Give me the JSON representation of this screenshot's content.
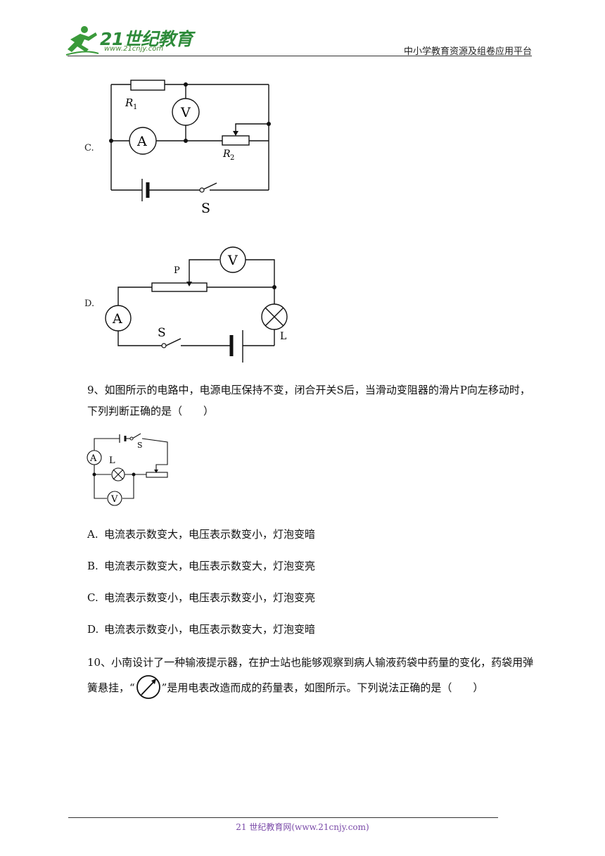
{
  "header": {
    "logo_text": "21世纪教育",
    "logo_url": "www.21cnjy.com",
    "right_text": "中小学教育资源及组卷应用平台"
  },
  "q8": {
    "option_c_label": "C.",
    "option_d_label": "D.",
    "fig_c": {
      "r1": "R",
      "r1_sub": "1",
      "r2": "R",
      "r2_sub": "2",
      "voltmeter": "V",
      "ammeter": "A",
      "switch": "S"
    },
    "fig_d": {
      "voltmeter": "V",
      "ammeter": "A",
      "slider": "P",
      "switch": "S",
      "lamp": "L"
    }
  },
  "q9": {
    "line1": "9、如图所示的电路中，电源电压保持不变，闭合开关S后，当滑动变阻器的滑片P向左移动时，",
    "line2": "下列判断正确的是（　　）",
    "figure": {
      "ammeter": "A",
      "lamp": "L",
      "switch": "S",
      "voltmeter": "V"
    },
    "options": [
      {
        "letter": "A.",
        "text": "电流表示数变大，电压表示数变小，灯泡变暗"
      },
      {
        "letter": "B.",
        "text": "电流表示数变大，电压表示数变大，灯泡变亮"
      },
      {
        "letter": "C.",
        "text": "电流表示数变小，电压表示数变小，灯泡变亮"
      },
      {
        "letter": "D.",
        "text": "电流表示数变小，电压表示数变大，灯泡变暗"
      }
    ]
  },
  "q10": {
    "line1": "10、小南设计了一种输液提示器，在护士站也能够观察到病人输液药袋中药量的变化，药袋用弹",
    "line2_a": "簧悬挂，“",
    "line2_b": "”是用电表改造而成的药量表，如图所示。下列说法正确的是（　　）"
  },
  "footer": {
    "text": "21 世纪教育网(www.21cnjy.com)"
  },
  "colors": {
    "logo_green": "#2e8b3a",
    "footer_purple": "#7a4aa8"
  }
}
